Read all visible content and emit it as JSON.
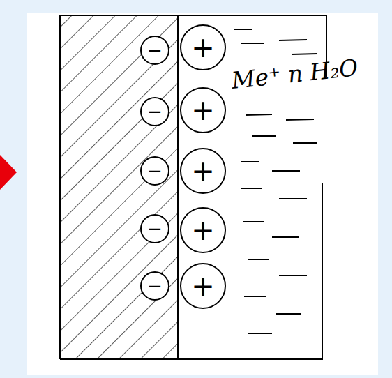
{
  "diagram": {
    "nodes": [
      {
        "text": [
          "−"
        ]
      },
      {
        "text": [
          "+"
        ]
      },
      {
        "text": [
          "−"
        ]
      },
      {
        "text": [
          "+"
        ]
      },
      {
        "text": [
          "−"
        ]
      },
      {
        "text": [
          "+"
        ]
      },
      {
        "text": [
          "−"
        ]
      },
      {
        "text": [
          "+"
        ]
      },
      {
        "text": [
          "−"
        ]
      },
      {
        "text": [
          "+"
        ]
      }
    ],
    "labels": [
      "Me⁺ n H₂O"
    ]
  }
}
